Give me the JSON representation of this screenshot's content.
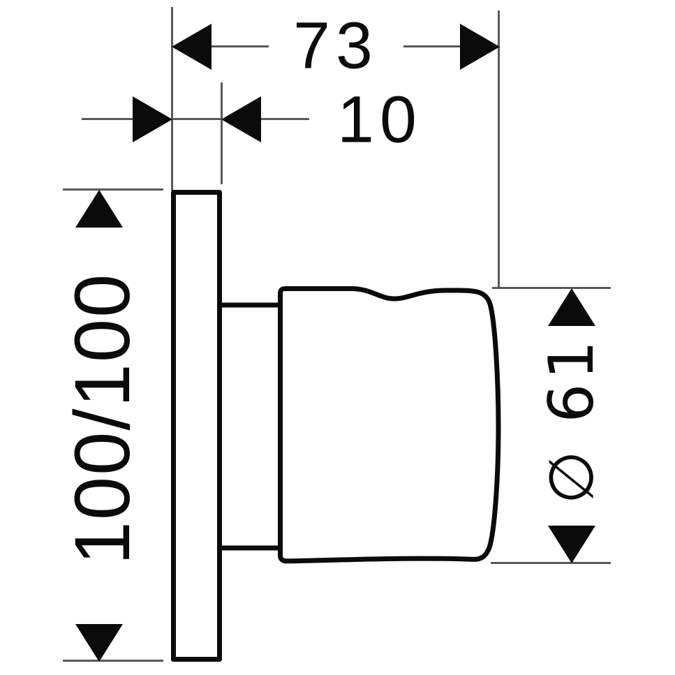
{
  "drawing": {
    "kind": "technical dimension drawing (valve trim, side view)",
    "dimensions": {
      "depth": {
        "label": "73",
        "orientation": "horizontal"
      },
      "plate_thickness": {
        "label": "10",
        "orientation": "horizontal"
      },
      "plate_size": {
        "label": "100/100",
        "orientation": "vertical"
      },
      "handle_diameter": {
        "label": "∅ 61",
        "orientation": "vertical"
      }
    },
    "colors": {
      "background": "#ffffff",
      "outline_ink": "#0b0b0b",
      "dimension_line_gray": "#58595b"
    }
  }
}
